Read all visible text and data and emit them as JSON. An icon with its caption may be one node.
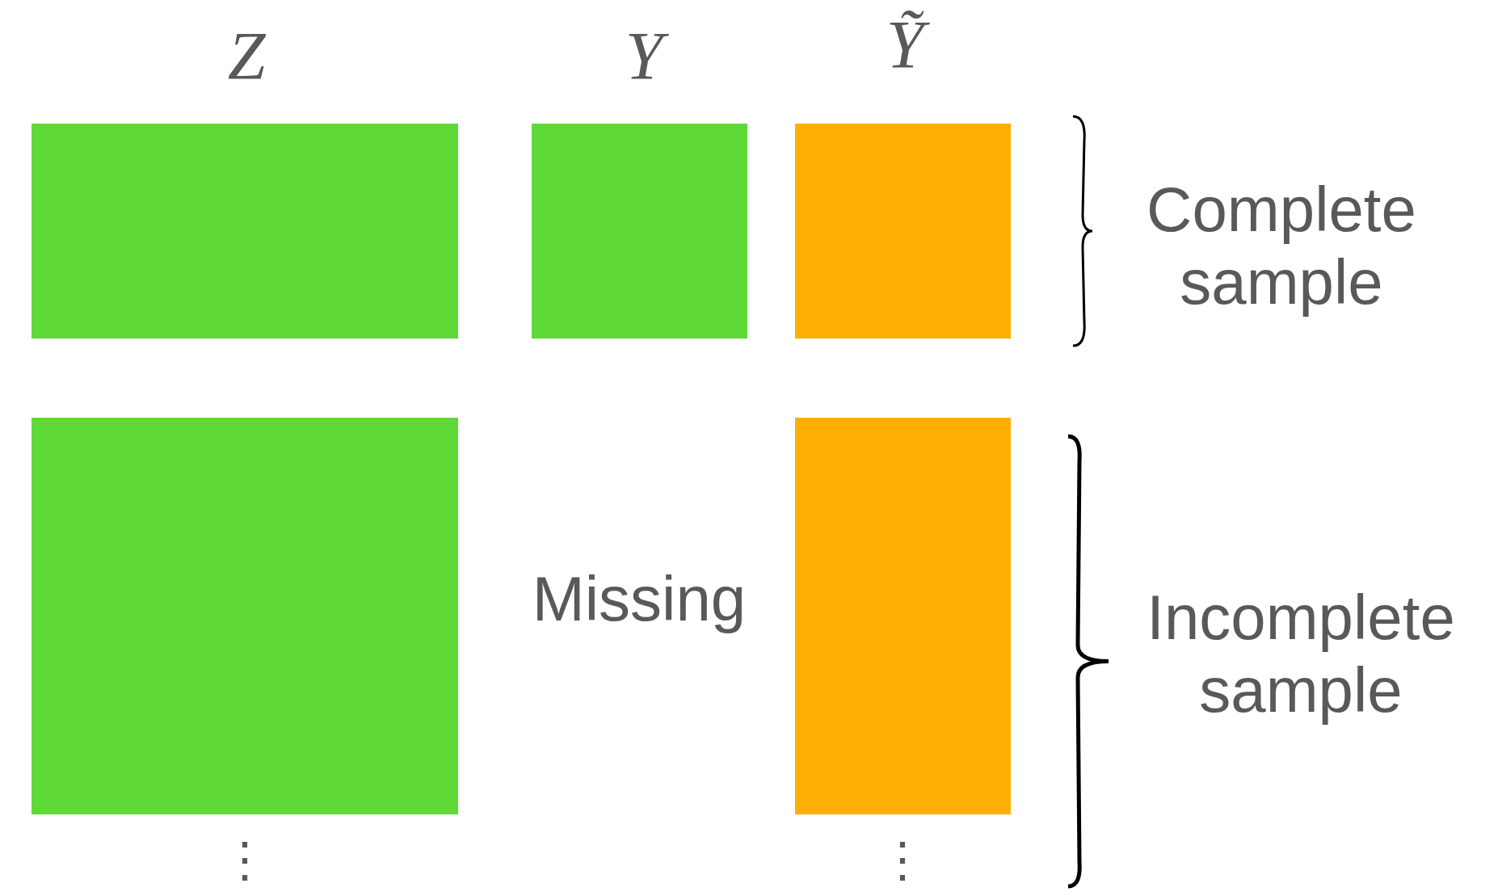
{
  "diagram": {
    "nodes": [
      {
        "text": [],
        "shape": "box"
      },
      {
        "text": [],
        "shape": "box"
      },
      {
        "text": [],
        "shape": "box"
      },
      {
        "text": [],
        "shape": "box"
      },
      {
        "text": [],
        "shape": "box"
      }
    ],
    "labels": [
      "Z",
      "Y",
      "Ỹ",
      "Complete sample",
      "Missing",
      "Incomplete sample",
      "⋮",
      "⋮"
    ]
  }
}
